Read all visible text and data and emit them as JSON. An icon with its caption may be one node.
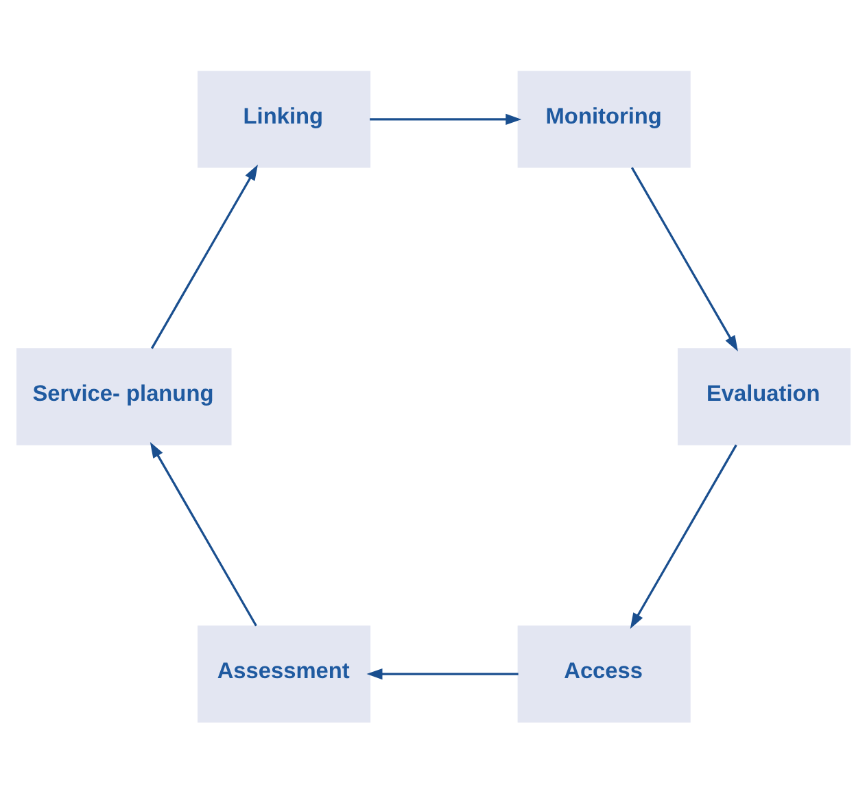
{
  "diagram": {
    "nodes": [
      {
        "text": [
          "Access"
        ]
      },
      {
        "text": [
          "Assessment"
        ]
      },
      {
        "text": [
          "Service- planung"
        ]
      },
      {
        "text": [
          "Linking"
        ]
      },
      {
        "text": [
          "Monitoring"
        ]
      },
      {
        "text": [
          "Evaluation"
        ]
      }
    ],
    "edges": [
      {
        "from": 0,
        "to": 1,
        "arrow": "to"
      },
      {
        "from": 1,
        "to": 2,
        "arrow": "to"
      },
      {
        "from": 2,
        "to": 3,
        "arrow": "to"
      },
      {
        "from": 3,
        "to": 4,
        "arrow": "to"
      },
      {
        "from": 4,
        "to": 5,
        "arrow": "to"
      },
      {
        "from": 5,
        "to": 0,
        "arrow": "to"
      }
    ]
  }
}
